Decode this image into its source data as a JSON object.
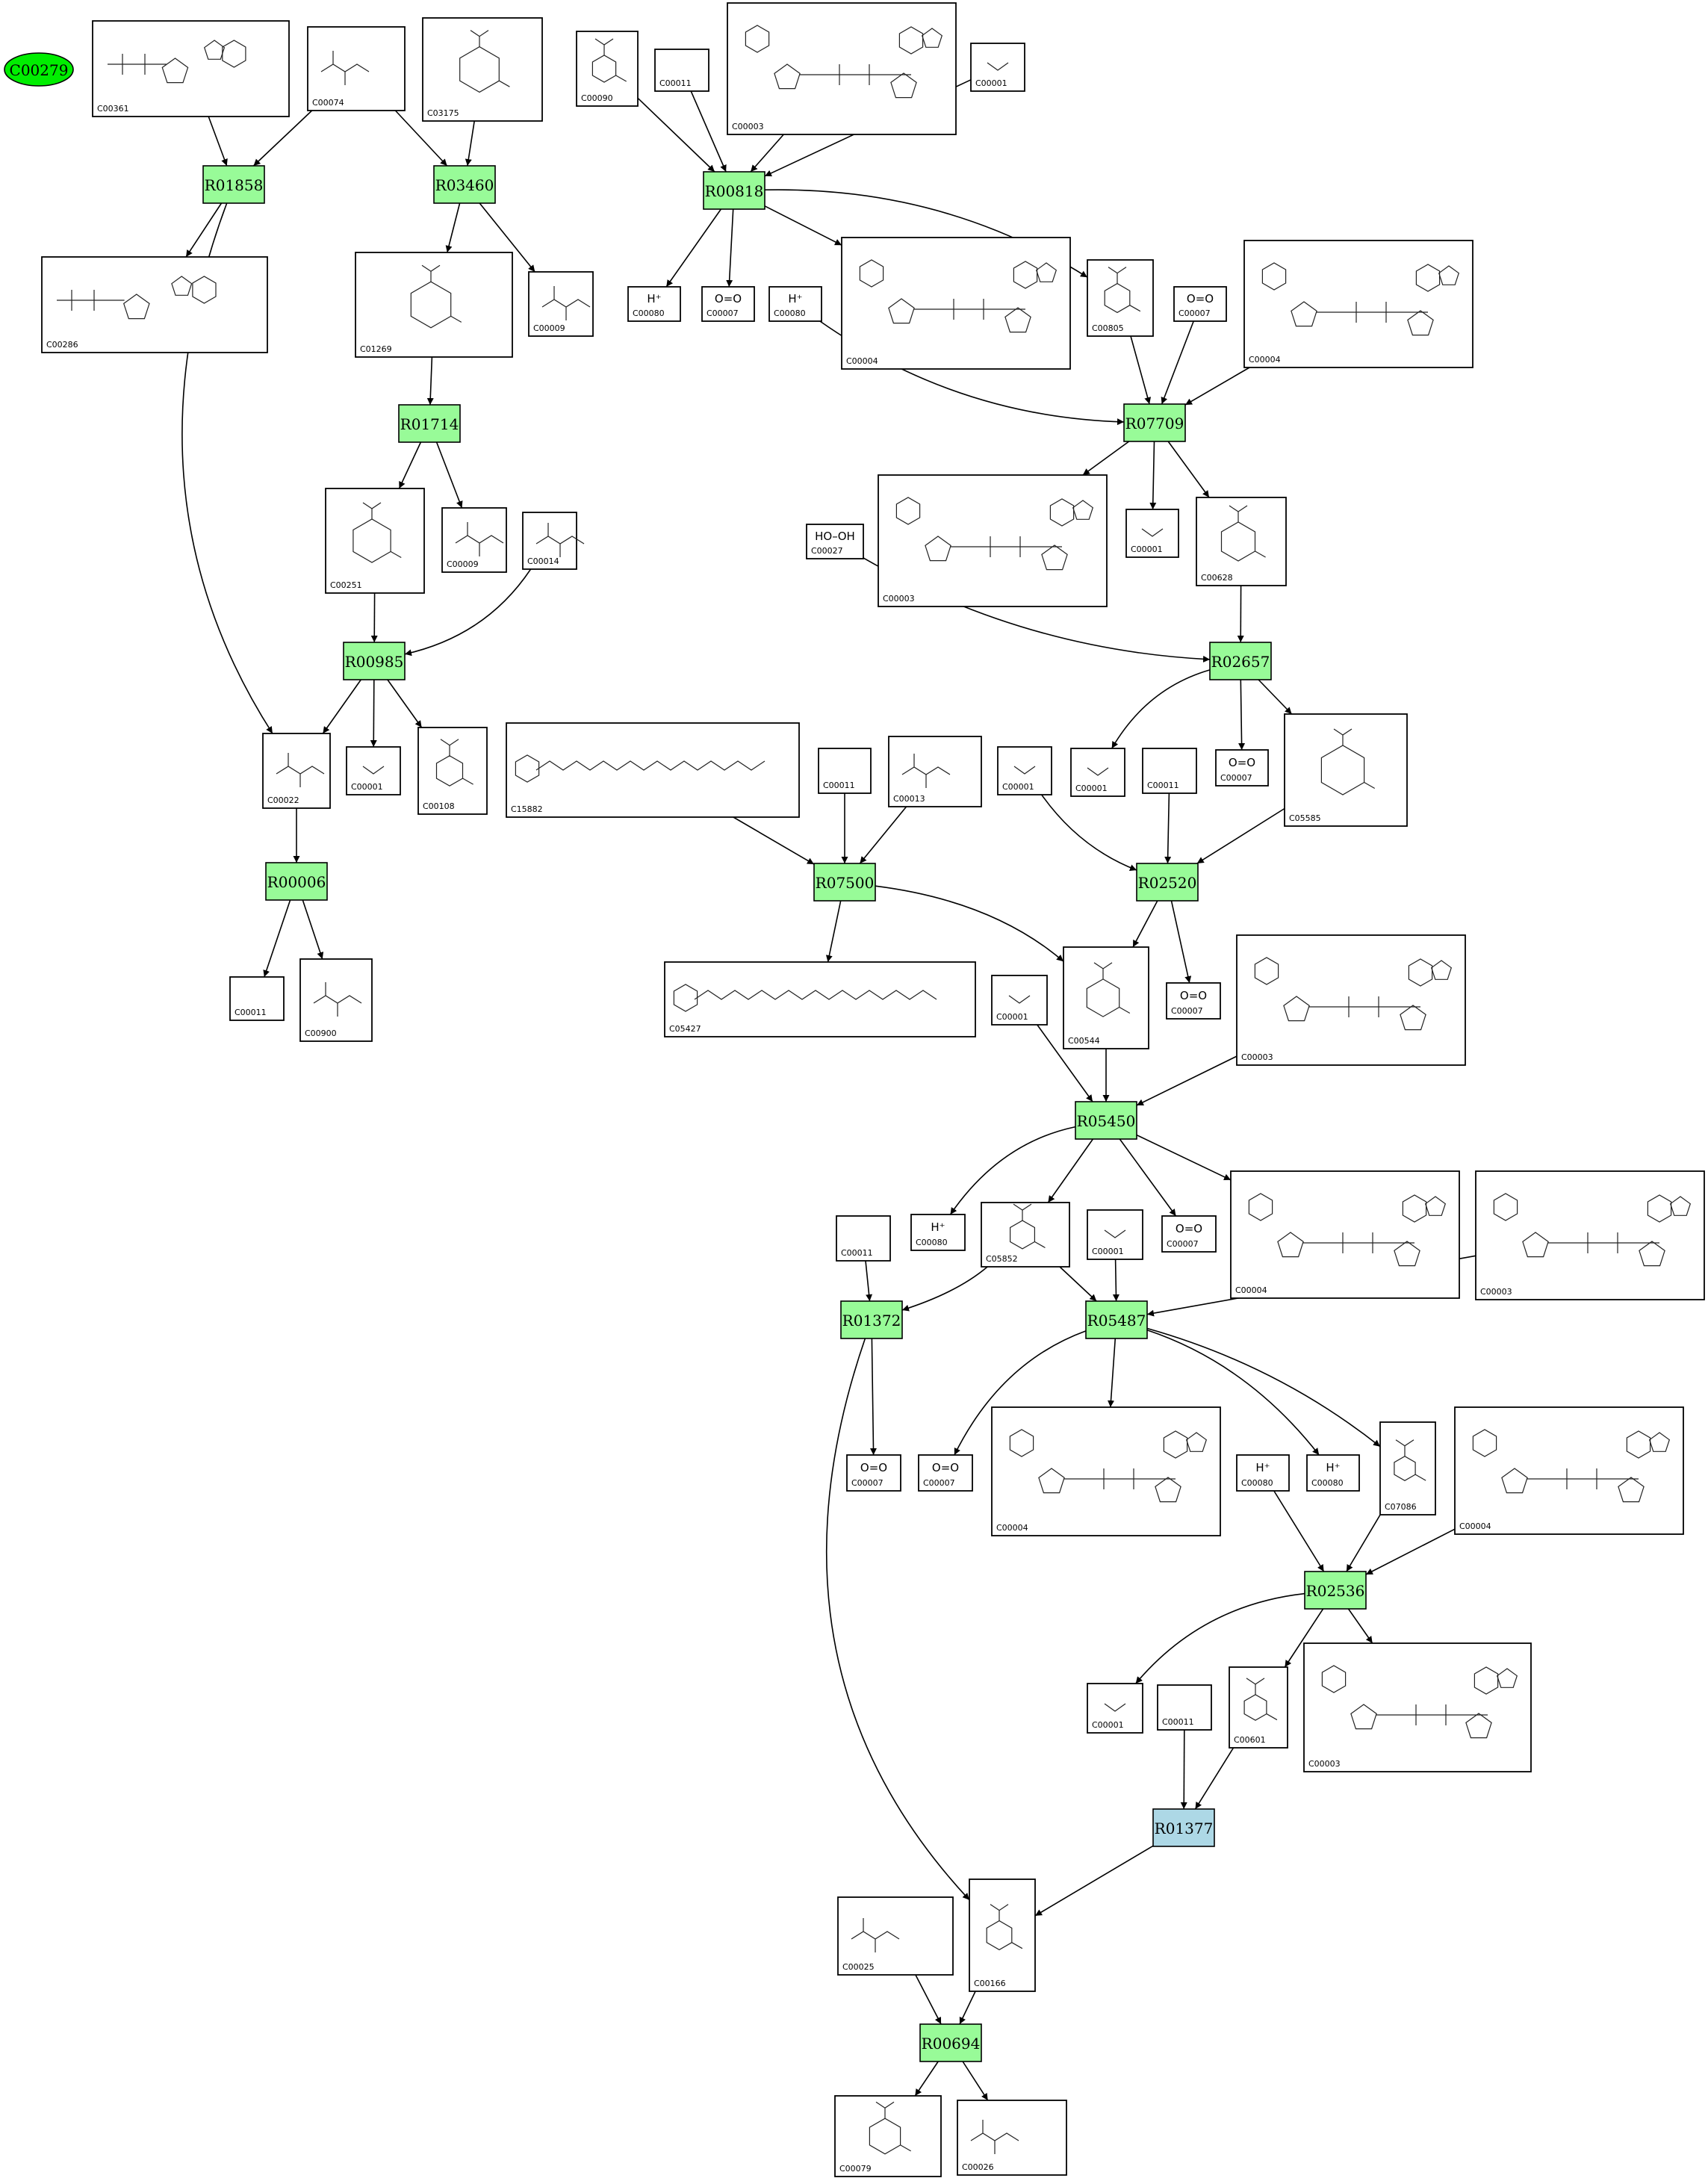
{
  "colors": {
    "reaction_fill": "#98fb98",
    "reaction_highlight_fill": "#add8e6",
    "start_node_fill": "#00ee00"
  },
  "start_node": {
    "id": "C00279"
  },
  "reactions": [
    {
      "id": "R01858"
    },
    {
      "id": "R03460"
    },
    {
      "id": "R00818"
    },
    {
      "id": "R01714"
    },
    {
      "id": "R07709"
    },
    {
      "id": "R00985"
    },
    {
      "id": "R02657"
    },
    {
      "id": "R00006"
    },
    {
      "id": "R07500"
    },
    {
      "id": "R02520"
    },
    {
      "id": "R05450"
    },
    {
      "id": "R01372"
    },
    {
      "id": "R05487"
    },
    {
      "id": "R02536"
    },
    {
      "id": "R01377",
      "highlight": true
    },
    {
      "id": "R00694"
    }
  ],
  "compounds": [
    {
      "id": "C00361"
    },
    {
      "id": "C00074"
    },
    {
      "id": "C03175"
    },
    {
      "id": "C00090"
    },
    {
      "id": "C00011"
    },
    {
      "id": "C00003"
    },
    {
      "id": "C00001"
    },
    {
      "id": "C00286"
    },
    {
      "id": "C01269"
    },
    {
      "id": "C00009"
    },
    {
      "id": "C00080",
      "formula": "H⁺"
    },
    {
      "id": "C00007",
      "formula": "O=O"
    },
    {
      "id": "C00004"
    },
    {
      "id": "C00805"
    },
    {
      "id": "C00251"
    },
    {
      "id": "C00014"
    },
    {
      "id": "C00027",
      "formula": "HO–OH"
    },
    {
      "id": "C00628"
    },
    {
      "id": "C00022"
    },
    {
      "id": "C00108"
    },
    {
      "id": "C15882"
    },
    {
      "id": "C00013"
    },
    {
      "id": "C05585"
    },
    {
      "id": "C00900"
    },
    {
      "id": "C05427"
    },
    {
      "id": "C00544"
    },
    {
      "id": "C05852"
    },
    {
      "id": "C07086"
    },
    {
      "id": "C00601"
    },
    {
      "id": "C00025"
    },
    {
      "id": "C00166"
    },
    {
      "id": "C00079"
    },
    {
      "id": "C00026"
    }
  ]
}
